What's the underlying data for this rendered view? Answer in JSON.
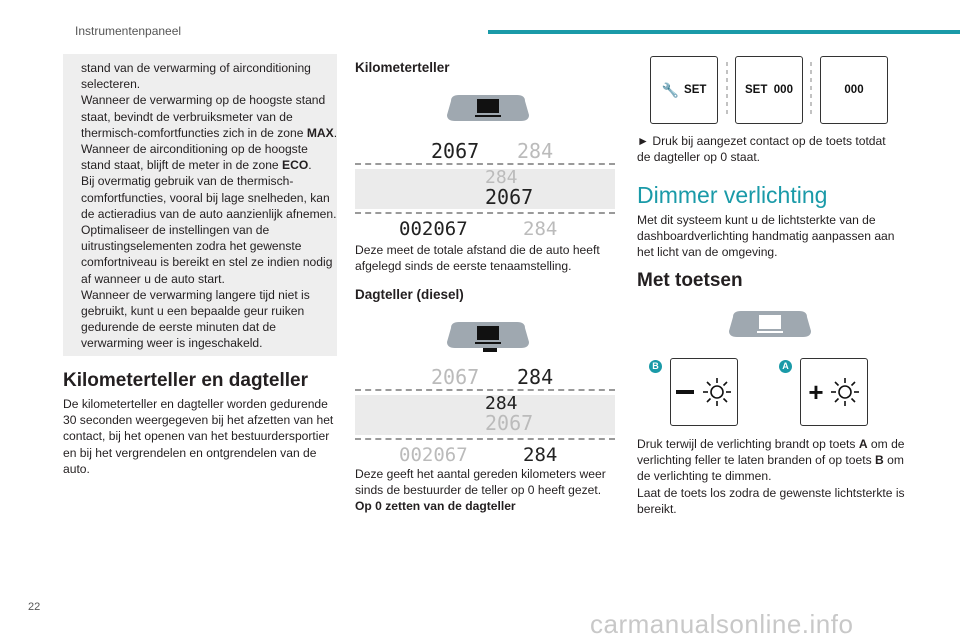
{
  "header": {
    "section": "Instrumentenpaneel",
    "page_number": "22"
  },
  "note_box": {
    "lines": [
      "stand van de verwarming of airconditioning selecteren.",
      "Wanneer de verwarming op de hoogste stand staat, bevindt de verbruiksmeter van de thermisch-comfortfuncties zich in de zone ",
      "MAX",
      ".",
      "Wanneer de airconditioning op de hoogste stand staat, blijft de meter in de zone ",
      "ECO",
      ".",
      "Bij overmatig gebruik van de thermisch-comfortfuncties, vooral bij lage snelheden, kan de actieradius van de auto aanzienlijk afnemen.",
      "Optimaliseer de instellingen van de uitrustingselementen zodra het gewenste comfortniveau is bereikt en stel ze indien nodig af wanneer u de auto start.",
      "Wanneer de verwarming langere tijd niet is gebruikt, kunt u een bepaalde geur ruiken gedurende de eerste minuten dat de verwarming weer is ingeschakeld."
    ]
  },
  "left": {
    "heading": "Kilometerteller en dagteller",
    "body": "De kilometerteller en dagteller worden gedurende 30 seconden weergegeven bij het afzetten van het contact, bij het openen van het bestuurdersportier en bij het vergrendelen en ontgrendelen van de auto."
  },
  "middle": {
    "odometer_heading": "Kilometerteller",
    "odometer_body": "Deze meet de totale afstand die de auto heeft afgelegd sinds de eerste tenaamstelling.",
    "trip_heading": "Dagteller (diesel)",
    "trip_body": "Deze geeft het aantal gereden kilometers weer sinds de bestuurder de teller op 0 heeft gezet.",
    "reset_label": "Op 0 zetten van de dagteller",
    "display": {
      "odo_short": "2067",
      "trip": "284",
      "odo_full": "002067"
    }
  },
  "right": {
    "set_keys": [
      "SET",
      "SET  000",
      "000"
    ],
    "step": "► Druk bij aangezet contact op de toets totdat de dagteller op 0 staat.",
    "dimmer_heading": "Dimmer verlichting",
    "dimmer_body": "Met dit systeem kunt u de lichtsterkte van de dashboardverlichting handmatig aanpassen aan het licht van de omgeving.",
    "buttons_heading": "Met toetsen",
    "badge_b": "B",
    "badge_a": "A",
    "buttons_body_1": "Druk terwijl de verlichting brandt op toets ",
    "buttons_body_a": "A",
    "buttons_body_2": " om de verlichting feller te laten branden of op toets ",
    "buttons_body_b": "B",
    "buttons_body_3": " om de verlichting te dimmen.",
    "buttons_body_4": "Laat de toets los zodra de gewenste lichtsterkte is bereikt."
  },
  "watermark": "carmanualsonline.info"
}
